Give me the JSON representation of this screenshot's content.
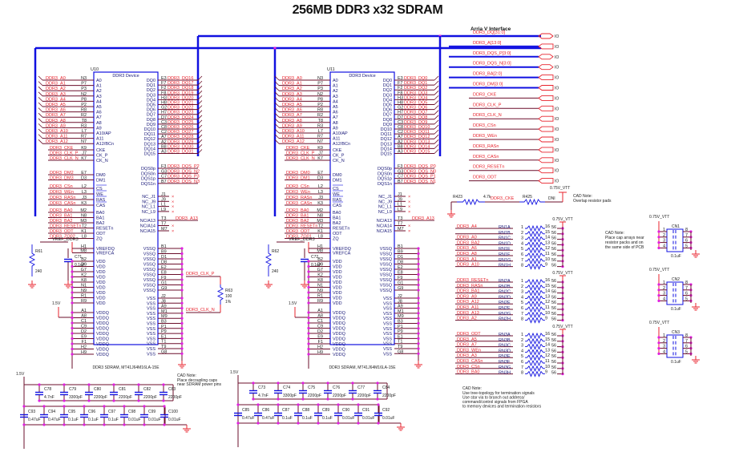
{
  "title": "256MB DDR3 x32 SDRAM",
  "interface": {
    "heading": "Arria V Interface",
    "io_label": "IO",
    "ports": [
      {
        "name": "DDR3_DQ[31:0]",
        "bus": true,
        "bidir": true
      },
      {
        "name": "DDR3_A[13:0]",
        "bus": true,
        "bidir": false
      },
      {
        "name": "DDR3_DQS_P[3:0]",
        "bus": true,
        "bidir": true
      },
      {
        "name": "DDR3_DQS_N[3:0]",
        "bus": true,
        "bidir": true
      },
      {
        "name": "DDR3_BA[2:0]",
        "bus": true,
        "bidir": false
      },
      {
        "name": "DDR3_DM[3:0]",
        "bus": true,
        "bidir": false
      },
      {
        "name": "DDR3_CKE",
        "bus": false,
        "bidir": false
      },
      {
        "name": "DDR3_CLK_P",
        "bus": false,
        "bidir": false
      },
      {
        "name": "DDR3_CLK_N",
        "bus": false,
        "bidir": false
      },
      {
        "name": "DDR3_CSn",
        "bus": false,
        "bidir": false
      },
      {
        "name": "DDR3_WEn",
        "bus": false,
        "bidir": false
      },
      {
        "name": "DDR3_RASn",
        "bus": false,
        "bidir": false
      },
      {
        "name": "DDR3_CASn",
        "bus": false,
        "bidir": false
      },
      {
        "name": "DDR3_RESETn",
        "bus": false,
        "bidir": false
      },
      {
        "name": "DDR3_ODT",
        "bus": false,
        "bidir": false
      }
    ]
  },
  "devices": [
    {
      "ref": "U10",
      "header": "DDR3 Device",
      "part": "DDR3 SDRAM, MT41J64M16LA-15E",
      "addr_nets": [
        "DDR3_A0",
        "DDR3_A1",
        "DDR3_A2",
        "DDR3_A3",
        "DDR3_A4",
        "DDR3_A5",
        "DDR3_A6",
        "DDR3_A7",
        "DDR3_A8",
        "DDR3_A9",
        "DDR3_A10",
        "DDR3_A11",
        "DDR3_A12"
      ],
      "dq_nets": [
        "DDR3_DQ16",
        "DDR3_DQ17",
        "DDR3_DQ18",
        "DDR3_DQ19",
        "DDR3_DQ20",
        "DDR3_DQ21",
        "DDR3_DQ22",
        "DDR3_DQ23",
        "DDR3_DQ24",
        "DDR3_DQ25",
        "DDR3_DQ26",
        "DDR3_DQ27",
        "DDR3_DQ28",
        "DDR3_DQ29",
        "DDR3_DQ30",
        "DDR3_DQ31"
      ],
      "dqs_nets": [
        "DDR3_DQS_P2",
        "DDR3_DQS_N2",
        "DDR3_DQS_P3",
        "DDR3_DQS_N3"
      ],
      "dm_nets": [
        "DDR3_DM2",
        "DDR3_DM3"
      ],
      "zq_net": "DDR3_ZQ02",
      "rref": {
        "ref": "R61",
        "value": "240"
      },
      "cref": {
        "ref": "C71",
        "value": "0.1uF"
      }
    },
    {
      "ref": "U11",
      "header": "DDR3 Device",
      "part": "DDR3 SDRAM, MT41J64M16LA-15E",
      "addr_nets": [
        "DDR3_A0",
        "DDR3_A1",
        "DDR3_A2",
        "DDR3_A3",
        "DDR3_A4",
        "DDR3_A5",
        "DDR3_A6",
        "DDR3_A7",
        "DDR3_A8",
        "DDR3_A9",
        "DDR3_A10",
        "DDR3_A11",
        "DDR3_A12"
      ],
      "dq_nets": [
        "DDR3_DQ0",
        "DDR3_DQ1",
        "DDR3_DQ2",
        "DDR3_DQ3",
        "DDR3_DQ4",
        "DDR3_DQ5",
        "DDR3_DQ6",
        "DDR3_DQ7",
        "DDR3_DQ8",
        "DDR3_DQ9",
        "DDR3_DQ10",
        "DDR3_DQ11",
        "DDR3_DQ12",
        "DDR3_DQ13",
        "DDR3_DQ14",
        "DDR3_DQ15"
      ],
      "dqs_nets": [
        "DDR3_DQS_P0",
        "DDR3_DQS_N0",
        "DDR3_DQS_P1",
        "DDR3_DQS_N1"
      ],
      "dm_nets": [
        "DDR3_DM0",
        "DDR3_DM1"
      ],
      "zq_net": "DDR3_ZQ01",
      "rref": {
        "ref": "R62",
        "value": "240"
      },
      "cref": {
        "ref": "C72",
        "value": "0.1uF"
      }
    }
  ],
  "device_pins": {
    "addr_pins": [
      "N3",
      "P7",
      "P3",
      "N2",
      "P8",
      "P2",
      "R8",
      "R2",
      "T8",
      "R3",
      "L7",
      "R7",
      "N7"
    ],
    "addr_names": [
      "A0",
      "A1",
      "A2",
      "A3",
      "A4",
      "A5",
      "A6",
      "A7",
      "A8",
      "A9",
      "A10/AP",
      "A11",
      "A12/BCn"
    ],
    "dq_pins": [
      "E3",
      "F7",
      "F2",
      "F8",
      "H3",
      "H8",
      "G2",
      "H7",
      "D7",
      "C3",
      "C8",
      "C2",
      "A7",
      "A2",
      "B8",
      "A3"
    ],
    "dq_names": [
      "DQ0",
      "DQ1",
      "DQ2",
      "DQ3",
      "DQ4",
      "DQ5",
      "DQ6",
      "DQ7",
      "DQ8",
      "DQ9",
      "DQ10",
      "DQ11",
      "DQ12",
      "DQ13",
      "DQ14",
      "DQ15"
    ],
    "clk_nets": [
      "DDR3_CKE",
      "DDR3_CLK_P",
      "DDR3_CLK_N"
    ],
    "clk_pins": [
      "K9",
      "J7",
      "K7"
    ],
    "clk_names": [
      "CKE",
      "CK_P",
      "CK_N"
    ],
    "dqs_pins": [
      "F3",
      "G3",
      "C7",
      "B7"
    ],
    "dqs_names": [
      "DQS0p",
      "DQS0n",
      "DQS1p",
      "DQS1n"
    ],
    "dm_pins": [
      "E7",
      "D3"
    ],
    "dm_names": [
      "DM0",
      "DM1"
    ],
    "ctrl_nets": [
      "DDR3_CSn",
      "DDR3_WEn",
      "DDR3_RASn",
      "DDR3_CASn"
    ],
    "ctrl_pins": [
      "L2",
      "L3",
      "J3",
      "K3"
    ],
    "ctrl_names": [
      "CS",
      "WE",
      "RAS",
      "CAS"
    ],
    "nc_pins": [
      "J1",
      "J9",
      "L1",
      "L9"
    ],
    "nc_names": [
      "NC_J1",
      "NC_J9",
      "NC_L1",
      "NC_L9"
    ],
    "ba_nets": [
      "DDR3_BA0",
      "DDR3_BA1",
      "DDR3_BA2",
      "DDR3_RESETn",
      "DDR3_ODT"
    ],
    "ba_pins": [
      "M2",
      "N8",
      "M3",
      "T2",
      "K1",
      "L8"
    ],
    "ba_names": [
      "BA0",
      "BA1",
      "BA2",
      "RESETn",
      "ODT",
      "ZQ"
    ],
    "nca_pins": [
      "T3",
      "T7",
      "M7"
    ],
    "nca_names": [
      "NC/A13",
      "NC/A14",
      "NC/A15"
    ],
    "a13_net": "DDR3_A13",
    "vref_net": "VREF_DDR3",
    "vref_pins": [
      "H1",
      "M8"
    ],
    "vref_names": [
      "VREFDQ",
      "VREFCA"
    ],
    "vdd_pins": [
      "B2",
      "D9",
      "G7",
      "K2",
      "K8",
      "N1",
      "N9",
      "R1",
      "R9"
    ],
    "vdd_name": "VDD",
    "vddq_pins": [
      "A1",
      "A8",
      "C1",
      "C9",
      "D2",
      "E9",
      "F1",
      "H2",
      "H9"
    ],
    "vddq_name": "VDDQ",
    "vssq_pins": [
      "B1",
      "B9",
      "D1",
      "D8",
      "E2",
      "E8",
      "F9",
      "G1",
      "G9"
    ],
    "vssq_name": "VSSQ",
    "vss_pins": [
      "J2",
      "J8",
      "A9",
      "M1",
      "M9",
      "B3",
      "P1",
      "P9",
      "E1",
      "T1",
      "T9",
      "G8"
    ],
    "vss_name": "VSS",
    "rail_1v5": "1.5V"
  },
  "clk_term": {
    "net_p": "DDR3_CLK_P",
    "net_n": "DDR3_CLK_N",
    "ref": "R63",
    "value": "100",
    "tol": "1%"
  },
  "cke_term": {
    "r1_ref": "R423",
    "r1_val": "4.7k",
    "net": "DDR3_CKE",
    "r2_ref": "R425",
    "r2_val": "DNI",
    "rail": "0.75V_VTT",
    "note_title": "CAD Note:",
    "note": "Overlap resistor pads"
  },
  "rnets": [
    {
      "ref": "RN1",
      "rail": "0.75V_VTT",
      "value": "56",
      "nets": [
        "DDR3_A4",
        "",
        "DDR3_A0",
        "DDR3_BA2",
        "DDR3_A6",
        "DDR3_A8",
        "DDR3_A1",
        "DDR3_A10"
      ]
    },
    {
      "ref": "RN2",
      "rail": "0.75V_VTT",
      "value": "56",
      "nets": [
        "DDR3_RESETn",
        "DDR3_RASn",
        "DDR3_BA1",
        "DDR3_A9",
        "DDR3_A12",
        "DDR3_A11",
        "DDR3_A13",
        "DDR3_A2"
      ]
    },
    {
      "ref": "RN3",
      "rail": "0.75V_VTT",
      "value": "56",
      "nets": [
        "DDR3_ODT",
        "DDR3_A5",
        "DDR3_A7",
        "DDR3_WEn",
        "DDR3_A3",
        "DDR3_CASn",
        "DDR3_CSn",
        "DDR3_BA0"
      ]
    }
  ],
  "rn_suffixes": [
    "A",
    "B",
    "C",
    "D",
    "E",
    "F",
    "G",
    "H"
  ],
  "cap_arrays": [
    {
      "ref": "CN1",
      "rail": "0.75V_VTT",
      "value": "0.1uF"
    },
    {
      "ref": "CN2",
      "rail": "0.75V_VTT",
      "value": "0.1uF"
    },
    {
      "ref": "CN3",
      "rail": "0.75V_VTT",
      "value": "0.1uF"
    }
  ],
  "capnote": {
    "title": "CAD Note:",
    "lines": [
      "Place cap arrays near",
      "resistor packs and on",
      "the same side of PCB"
    ]
  },
  "decoupling": [
    {
      "rail": "1.5V",
      "top": [
        {
          "ref": "C78",
          "val": "4.7nF"
        },
        {
          "ref": "C79",
          "val": "3300pF"
        },
        {
          "ref": "C80",
          "val": "2200pF"
        },
        {
          "ref": "C81",
          "val": "2200pF"
        },
        {
          "ref": "C82",
          "val": "2200pF"
        },
        {
          "ref": "C83",
          "val": "2200pF"
        }
      ],
      "bottom": [
        {
          "ref": "C93",
          "val": "0.47uF"
        },
        {
          "ref": "C94",
          "val": "0.47uF"
        },
        {
          "ref": "C95",
          "val": "0.1uF"
        },
        {
          "ref": "C96",
          "val": "0.1uF"
        },
        {
          "ref": "C97",
          "val": "0.1uF"
        },
        {
          "ref": "C98",
          "val": "0.01uF"
        },
        {
          "ref": "C99",
          "val": "0.01uF"
        },
        {
          "ref": "C100",
          "val": "0.01uF"
        }
      ]
    },
    {
      "rail": "1.5V",
      "top": [
        {
          "ref": "C73",
          "val": "4.7nF"
        },
        {
          "ref": "C74",
          "val": "3300pF"
        },
        {
          "ref": "C75",
          "val": "2200pF"
        },
        {
          "ref": "C76",
          "val": "2200pF"
        },
        {
          "ref": "C77",
          "val": "2200pF"
        },
        {
          "ref": "C84",
          "val": "2200pF"
        }
      ],
      "bottom": [
        {
          "ref": "C85",
          "val": "0.47uF"
        },
        {
          "ref": "C86",
          "val": "0.47uF"
        },
        {
          "ref": "C87",
          "val": "0.1uF"
        },
        {
          "ref": "C88",
          "val": "0.1uF"
        },
        {
          "ref": "C89",
          "val": "0.1uF"
        },
        {
          "ref": "C90",
          "val": "0.01uF"
        },
        {
          "ref": "C91",
          "val": "0.01uF"
        },
        {
          "ref": "C92",
          "val": "0.01uF"
        }
      ]
    }
  ],
  "decap_note": {
    "title": "CAD Note:",
    "lines": [
      "Place decoupling caps",
      "near SDRAM power pins"
    ]
  },
  "term_note": {
    "title": "CAD Note:",
    "lines": [
      "Use tree-topology for termination signals",
      "Use star via to branch out address/",
      "command/control signals from FPGA",
      "to memory devices and termination resistors"
    ]
  },
  "colors": {
    "bus": "#1010e0",
    "wire": "#6b0f2b",
    "net_label": "#e8232d",
    "junction": "#e020e0",
    "part_outline": "#1010e0",
    "power": "#e8232d"
  }
}
